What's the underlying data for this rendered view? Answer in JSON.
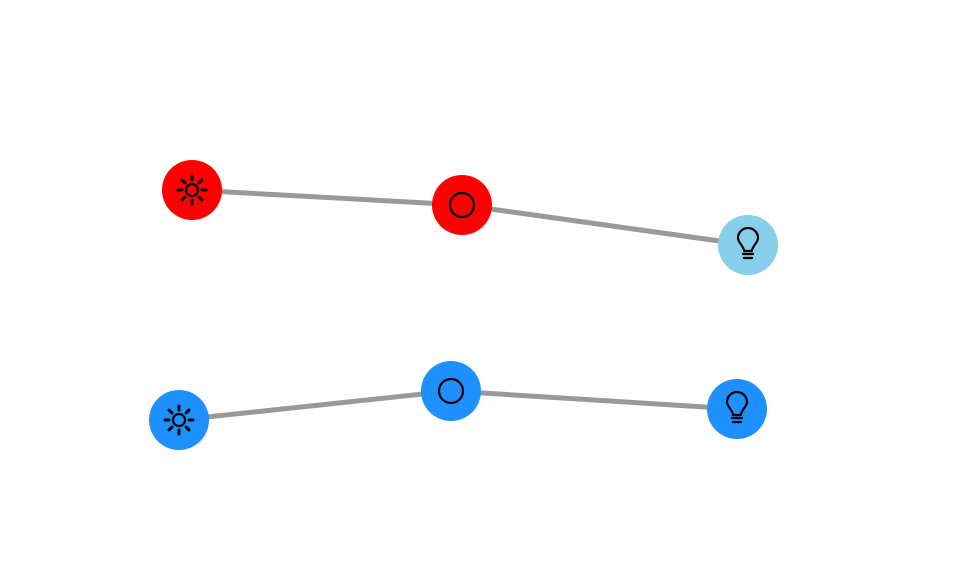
{
  "colors": {
    "background": "#ffffff",
    "edge": "#999999",
    "icon_stroke": "#000000",
    "red": "#ff0000",
    "blue": "#1e90ff",
    "light_blue": "#87ceeb"
  },
  "diagram": {
    "rows": [
      {
        "name": "top-row",
        "nodes": [
          {
            "id": "top-sun",
            "icon": "sun-icon",
            "color": "#ff0000"
          },
          {
            "id": "top-circle",
            "icon": "circle-icon",
            "color": "#ff0000"
          },
          {
            "id": "top-bulb",
            "icon": "lightbulb-icon",
            "color": "#87ceeb"
          }
        ],
        "edges": [
          {
            "from": "top-sun",
            "to": "top-circle"
          },
          {
            "from": "top-circle",
            "to": "top-bulb"
          }
        ]
      },
      {
        "name": "bottom-row",
        "nodes": [
          {
            "id": "bottom-sun",
            "icon": "sun-icon",
            "color": "#1e90ff"
          },
          {
            "id": "bottom-circle",
            "icon": "circle-icon",
            "color": "#1e90ff"
          },
          {
            "id": "bottom-bulb",
            "icon": "lightbulb-icon",
            "color": "#1e90ff"
          }
        ],
        "edges": [
          {
            "from": "bottom-sun",
            "to": "bottom-circle"
          },
          {
            "from": "bottom-circle",
            "to": "bottom-bulb"
          }
        ]
      }
    ]
  }
}
